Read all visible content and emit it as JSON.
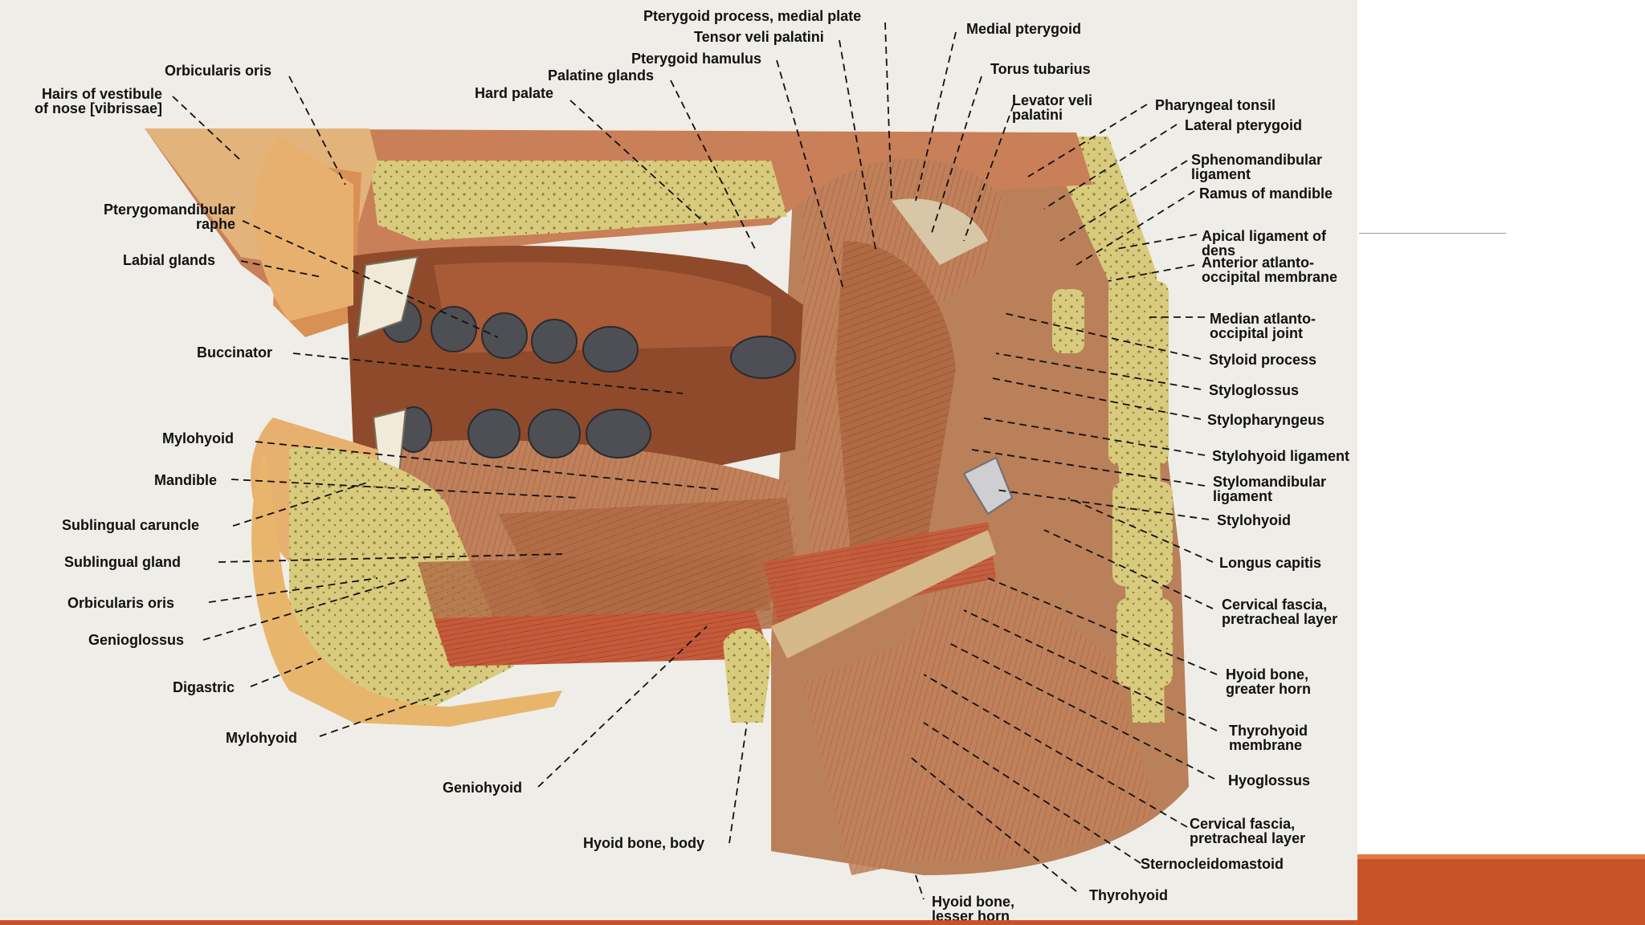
{
  "labels": {
    "pterygoid_process_medial_plate": "Pterygoid process, medial plate",
    "tensor_veli_palatini": "Tensor veli palatini",
    "pterygoid_hamulus": "Pterygoid hamulus",
    "palatine_glands": "Palatine glands",
    "hard_palate": "Hard palate",
    "orbicularis_oris_top": "Orbicularis oris",
    "hairs_of_vestibule_l1": "Hairs of vestibule",
    "hairs_of_vestibule_l2": "of nose [vibrissae]",
    "pterygomandibular_raphe_l1": "Pterygomandibular",
    "pterygomandibular_raphe_l2": "raphe",
    "labial_glands": "Labial glands",
    "buccinator": "Buccinator",
    "mylohyoid_top": "Mylohyoid",
    "mandible": "Mandible",
    "sublingual_caruncle": "Sublingual caruncle",
    "sublingual_gland": "Sublingual gland",
    "orbicularis_oris_bottom": "Orbicularis oris",
    "genioglossus": "Genioglossus",
    "digastric": "Digastric",
    "mylohyoid_bottom": "Mylohyoid",
    "geniohyoid": "Geniohyoid",
    "hyoid_bone_body": "Hyoid bone, body",
    "hyoid_bone_lesser_horn_l1": "Hyoid bone,",
    "hyoid_bone_lesser_horn_l2": "lesser horn",
    "medial_pterygoid": "Medial pterygoid",
    "torus_tubarius": "Torus tubarius",
    "levator_veli_palatini_l1": "Levator veli",
    "levator_veli_palatini_l2": "palatini",
    "pharyngeal_tonsil": "Pharyngeal tonsil",
    "lateral_pterygoid": "Lateral pterygoid",
    "sphenomandibular_ligament_l1": "Sphenomandibular",
    "sphenomandibular_ligament_l2": "ligament",
    "ramus_of_mandible": "Ramus of mandible",
    "apical_ligament_l1": "Apical ligament of",
    "apical_ligament_l2": "dens",
    "anterior_atlanto_l1": "Anterior atlanto-",
    "anterior_atlanto_l2": "occipital membrane",
    "median_atlanto_l1": "Median atlanto-",
    "median_atlanto_l2": "occipital joint",
    "styloid_process": "Styloid process",
    "styloglossus": "Styloglossus",
    "stylopharyngeus": "Stylopharyngeus",
    "stylohyoid_ligament": "Stylohyoid ligament",
    "stylomandibular_ligament_l1": "Stylomandibular",
    "stylomandibular_ligament_l2": "ligament",
    "stylohyoid": "Stylohyoid",
    "longus_capitis": "Longus capitis",
    "cervical_fascia_1_l1": "Cervical fascia,",
    "cervical_fascia_1_l2": "pretracheal layer",
    "hyoid_greater_horn_l1": "Hyoid bone,",
    "hyoid_greater_horn_l2": "greater horn",
    "thyrohyoid_membrane_l1": "Thyrohyoid",
    "thyrohyoid_membrane_l2": "membrane",
    "hyoglossus": "Hyoglossus",
    "cervical_fascia_2_l1": "Cervical fascia,",
    "cervical_fascia_2_l2": "pretracheal layer",
    "sternocleidomastoid": "Sternocleidomastoid",
    "thyrohyoid": "Thyrohyoid"
  },
  "colors": {
    "slide_accent": "#c8532a",
    "photo_background": "#f1efe9",
    "bone": "#d8c979",
    "muscle": "#b9714a",
    "mucosa": "#c98a5a"
  }
}
